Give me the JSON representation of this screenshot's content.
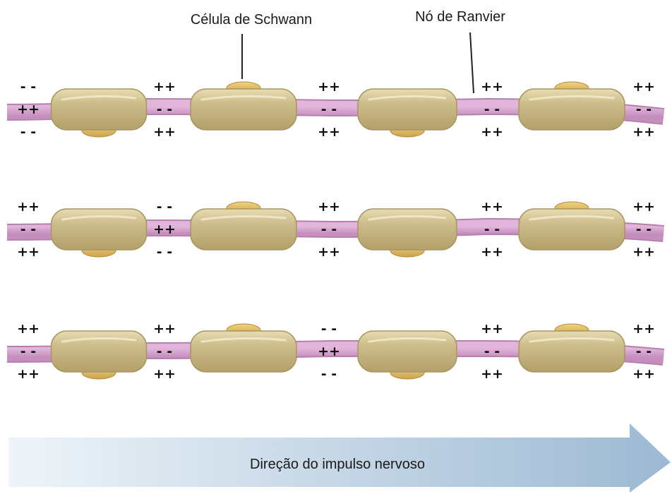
{
  "labels": {
    "schwann": "Célula de Schwann",
    "ranvier": "Nó de Ranvier",
    "direction": "Direção do impulso nervoso"
  },
  "colors": {
    "axon": "#d6a2cf",
    "axon_edge": "#b67fb0",
    "myelin": "#c9b888",
    "myelin_edge": "#a89660",
    "nucleus": "#dcb86a",
    "arrow_start": "#eef4f9",
    "arrow_end": "#9cb9d3"
  },
  "rows": [
    {
      "name": "row-1",
      "gaps": [
        {
          "top": "- -",
          "middle": "++",
          "bottom": "- -"
        },
        {
          "top": "++",
          "middle": "- -",
          "bottom": "++"
        },
        {
          "top": "++",
          "middle": "- -",
          "bottom": "++"
        },
        {
          "top": "++",
          "middle": "- -",
          "bottom": "++"
        },
        {
          "top": "++",
          "middle": "- -",
          "bottom": "++"
        }
      ]
    },
    {
      "name": "row-2",
      "gaps": [
        {
          "top": "++",
          "middle": "- -",
          "bottom": "++"
        },
        {
          "top": "- -",
          "middle": "++",
          "bottom": "- -"
        },
        {
          "top": "++",
          "middle": "- -",
          "bottom": "++"
        },
        {
          "top": "++",
          "middle": "- -",
          "bottom": "++"
        },
        {
          "top": "++",
          "middle": "- -",
          "bottom": "++"
        }
      ]
    },
    {
      "name": "row-3",
      "gaps": [
        {
          "top": "++",
          "middle": "- -",
          "bottom": "++"
        },
        {
          "top": "++",
          "middle": "- -",
          "bottom": "++"
        },
        {
          "top": "- -",
          "middle": "++",
          "bottom": "- -"
        },
        {
          "top": "++",
          "middle": "- -",
          "bottom": "++"
        },
        {
          "top": "++",
          "middle": "- -",
          "bottom": "++"
        }
      ]
    }
  ]
}
